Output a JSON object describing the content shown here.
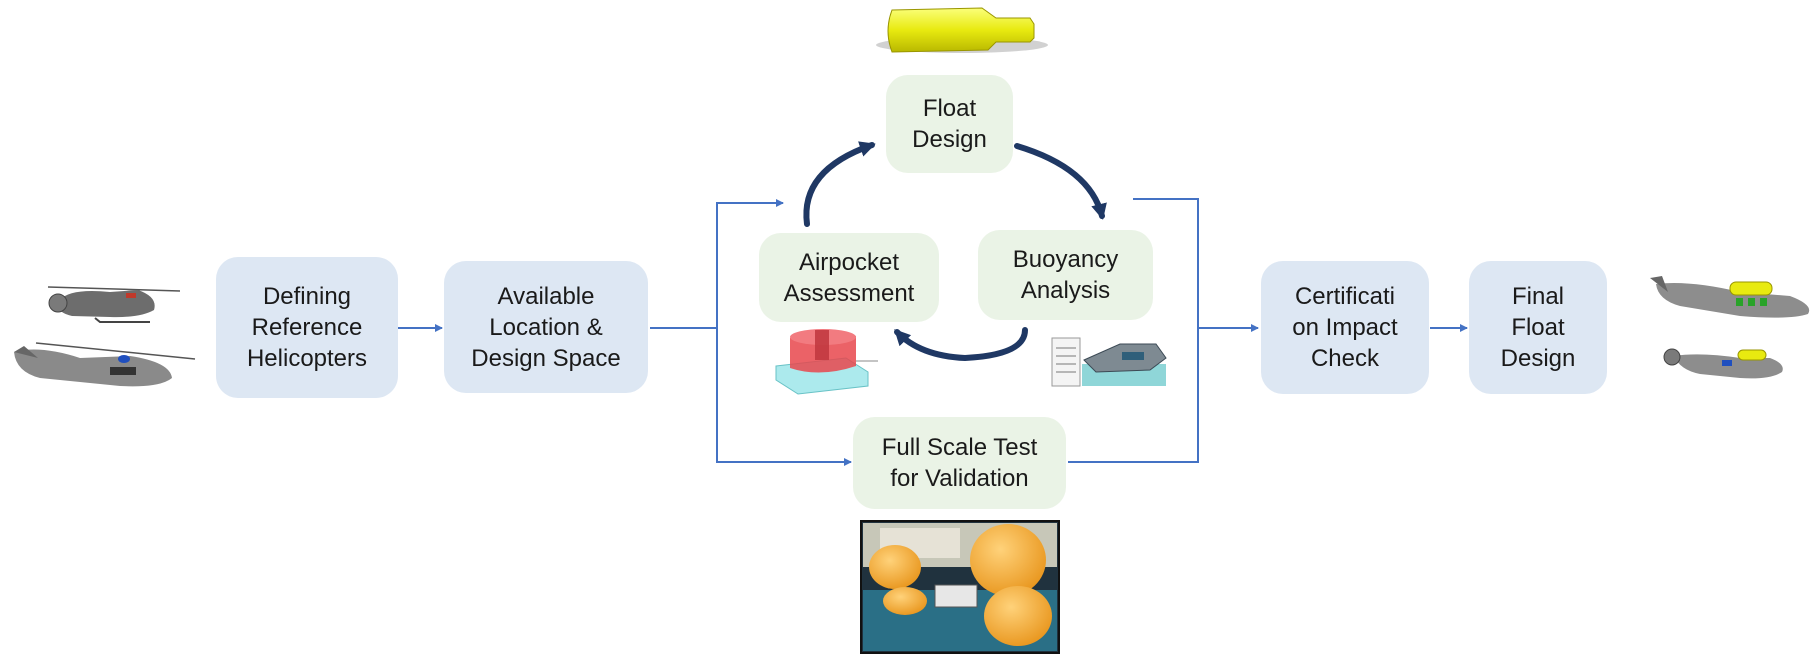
{
  "colors": {
    "blue_box": "#dde7f3",
    "green_box": "#eaf3e6",
    "arrow_blue": "#4472c4",
    "cycle_arrow": "#1f3864"
  },
  "steps": {
    "defining": {
      "lines": [
        "Defining",
        "Reference",
        "Helicopters"
      ]
    },
    "available": {
      "lines": [
        "Available",
        "Location &",
        "Design Space"
      ]
    },
    "float_design": {
      "lines": [
        "Float",
        "Design"
      ]
    },
    "airpocket": {
      "lines": [
        "Airpocket",
        "Assessment"
      ]
    },
    "buoyancy": {
      "lines": [
        "Buoyancy",
        "Analysis"
      ]
    },
    "full_scale": {
      "lines": [
        "Full Scale Test",
        "for Validation"
      ]
    },
    "certification": {
      "lines": [
        "Certificati",
        "on Impact",
        "Check"
      ]
    },
    "final": {
      "lines": [
        "Final",
        "Float",
        "Design"
      ]
    }
  },
  "images": {
    "reference_helicopters": "helicopter-icon",
    "float_model": "float-model-icon",
    "airpocket_model": "airpocket-model-icon",
    "buoyancy_model": "buoyancy-model-icon",
    "test_photo": "test-photo-icon",
    "final_helicopters": "helicopter-with-floats-icon"
  }
}
